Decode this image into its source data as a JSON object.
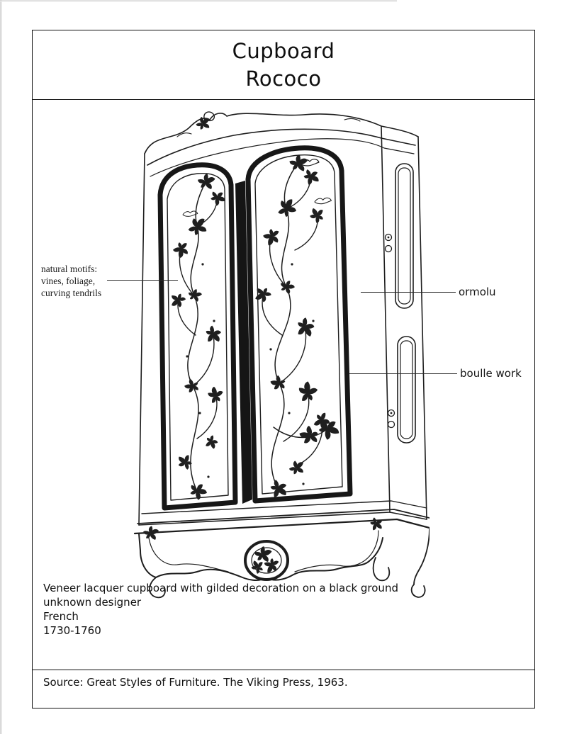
{
  "header": {
    "title": "Cupboard",
    "subtitle": "Rococo"
  },
  "annotations": {
    "natural_motifs": {
      "text": "natural motifs:\nvines, foliage,\ncurving tendrils"
    },
    "ormolu": {
      "text": "ormolu"
    },
    "boulle_work": {
      "text": "boulle work"
    }
  },
  "caption": {
    "lines": [
      "Veneer lacquer cupboard with gilded decoration on a black ground",
      "unknown designer",
      "French",
      "1730-1760"
    ]
  },
  "source": {
    "text": "Source: Great Styles of Furniture. The Viking Press, 1963."
  },
  "illustration": {
    "subject": "rococo cupboard line drawing with two floral-decorated doors"
  },
  "colors": {
    "ink": "#1d1d1d",
    "border": "#111111",
    "background": "#ffffff"
  }
}
